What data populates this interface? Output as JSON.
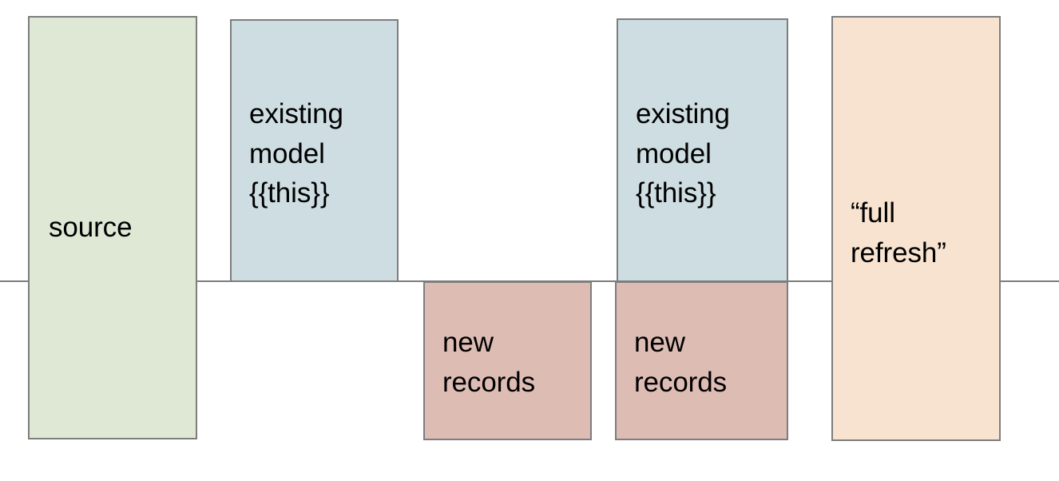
{
  "diagram": {
    "title": "dbt incremental model vs full refresh diagram",
    "background_color": "#ffffff",
    "baseline": {
      "name": "horizontal-divider-line",
      "color": "#7c7c7c"
    },
    "boxes": [
      {
        "id": "source",
        "label": "source",
        "fill": "#dee8d5",
        "stroke": "#7d7d7d",
        "position": "spans-above-and-below-line"
      },
      {
        "id": "existing-model-1",
        "label": "existing\nmodel\n{{this}}",
        "fill": "#cedde2",
        "stroke": "#7d7d7d",
        "position": "above-line"
      },
      {
        "id": "new-records-1",
        "label": "new\nrecords",
        "fill": "#ddbcb4",
        "stroke": "#7d7d7d",
        "position": "below-line"
      },
      {
        "id": "existing-model-2",
        "label": "existing\nmodel\n{{this}}",
        "fill": "#cedde2",
        "stroke": "#7d7d7d",
        "position": "above-line"
      },
      {
        "id": "new-records-2",
        "label": "new\nrecords",
        "fill": "#ddbcb4",
        "stroke": "#7d7d7d",
        "position": "below-line"
      },
      {
        "id": "full-refresh",
        "label": "“full\nrefresh”",
        "fill": "#f7e3cf",
        "stroke": "#7d7d7d",
        "position": "spans-above-and-below-line"
      }
    ]
  }
}
